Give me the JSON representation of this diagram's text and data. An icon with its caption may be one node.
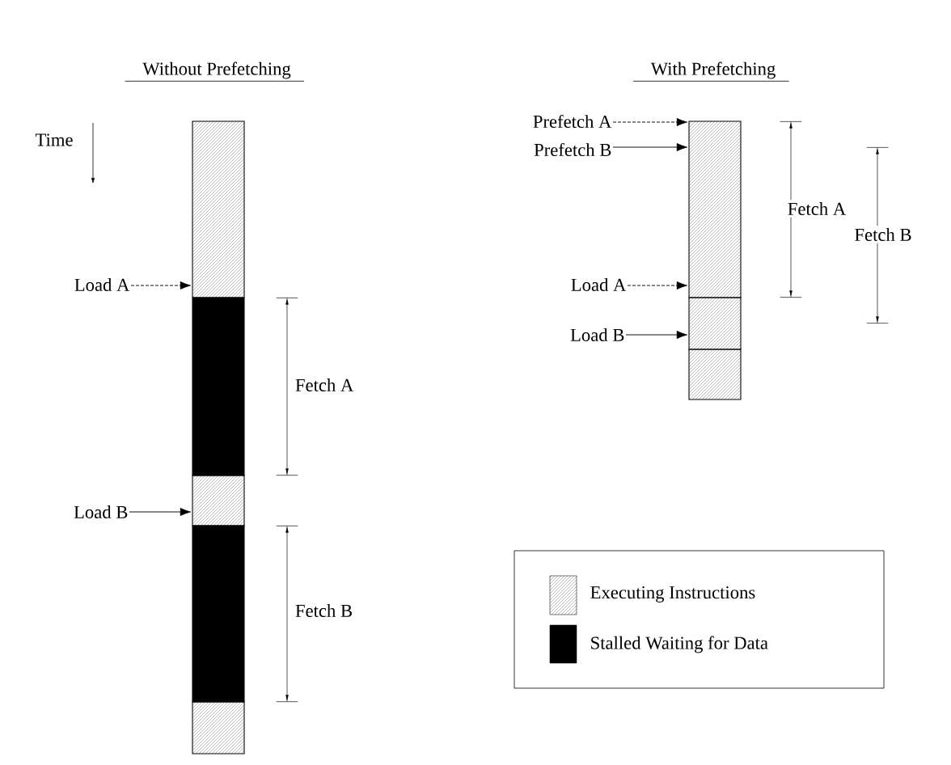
{
  "diagram": {
    "nodes": [
      {
        "text": [],
        "shape": "bar"
      },
      {
        "text": [],
        "shape": "bar"
      },
      {
        "text": [],
        "shape": "bar"
      },
      {
        "text": [],
        "shape": "bar"
      },
      {
        "text": [],
        "shape": "bar"
      },
      {
        "text": [],
        "shape": "bar"
      },
      {
        "text": [],
        "shape": "bar"
      },
      {
        "text": [],
        "shape": "bar"
      },
      {
        "text": [
          "Load A"
        ]
      },
      {
        "text": [
          "Load B"
        ]
      },
      {
        "text": [
          "Prefetch A"
        ]
      },
      {
        "text": [
          "Prefetch B"
        ]
      },
      {
        "text": [
          "Load A"
        ]
      },
      {
        "text": [
          "Load B"
        ]
      }
    ],
    "edges": [
      {
        "from": 8,
        "to": 0,
        "arrow": "to",
        "style": "dashed"
      },
      {
        "from": 9,
        "to": 2,
        "arrow": "to"
      },
      {
        "from": 10,
        "to": 5,
        "arrow": "to",
        "style": "dashed"
      },
      {
        "from": 11,
        "to": 5,
        "arrow": "to"
      },
      {
        "from": 12,
        "to": 5,
        "arrow": "to",
        "style": "dashed"
      },
      {
        "from": 13,
        "to": 6,
        "arrow": "to"
      }
    ],
    "labels": [
      "Without Prefetching",
      "With Prefetching",
      "Time",
      "Fetch A",
      "Fetch B",
      "Fetch A",
      "Fetch B"
    ],
    "legend": [
      {
        "text": "Executing Instructions"
      },
      {
        "text": "Stalled Waiting for Data",
        "color": "#000000"
      }
    ]
  }
}
